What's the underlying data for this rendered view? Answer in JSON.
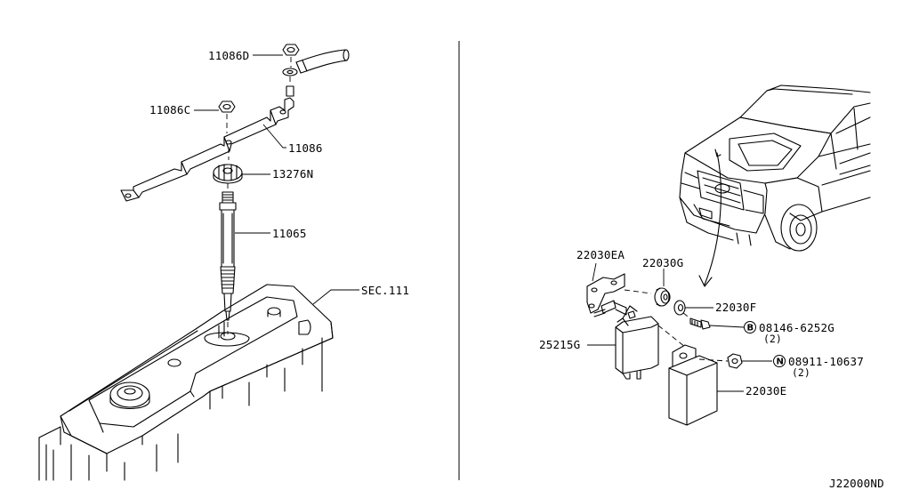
{
  "labels": {
    "p11086D": "11086D",
    "p11086C": "11086C",
    "p11086": "11086",
    "p13276N": "13276N",
    "p11065": "11065",
    "sec111": "SEC.111",
    "p22030EA": "22030EA",
    "p22030G": "22030G",
    "p22030F": "22030F",
    "p08146_prefix": "B",
    "p08146": "08146-6252G",
    "p08146_qty": "(2)",
    "p25215G": "25215G",
    "p08911_prefix": "N",
    "p08911": "08911-10637",
    "p08911_qty": "(2)",
    "p22030E": "22030E",
    "diagram_code": "J22000ND"
  }
}
